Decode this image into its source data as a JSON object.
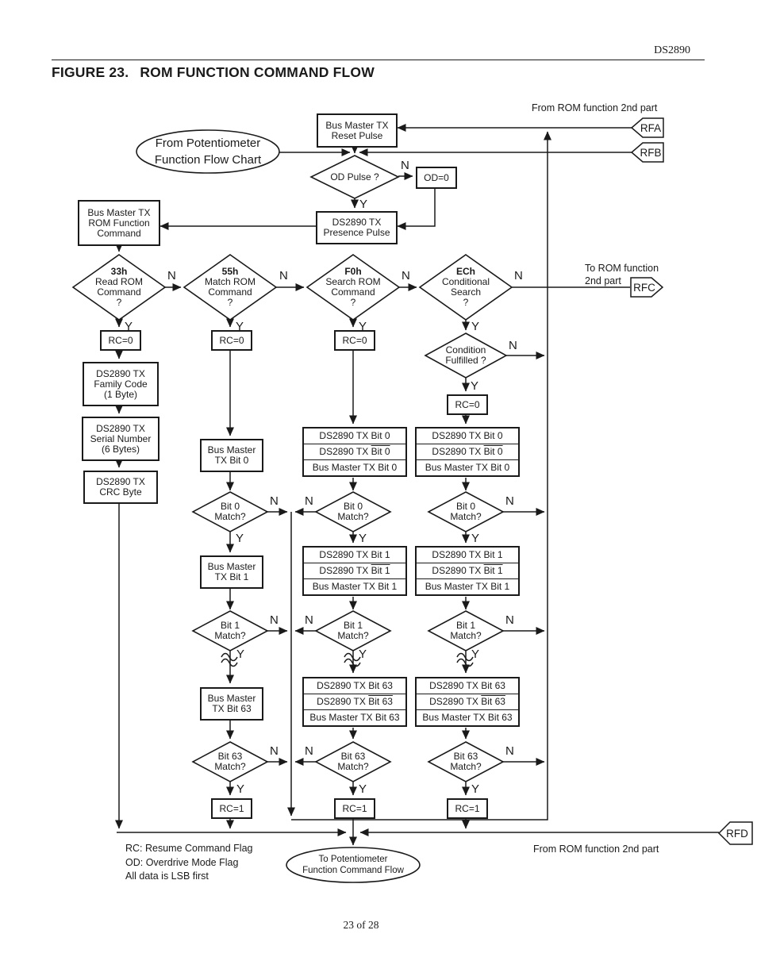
{
  "header": {
    "doc_id": "DS2890",
    "figure_label": "FIGURE 23.",
    "figure_title": "ROM FUNCTION COMMAND FLOW"
  },
  "footer": {
    "page": "23 of 28"
  },
  "labels": {
    "yes": "Y",
    "no": "N"
  },
  "connectors": {
    "rfa": "RFA",
    "rfb": "RFB",
    "rfc": "RFC",
    "rfd": "RFD"
  },
  "annotations": {
    "from_rom_top": "From ROM function 2nd part",
    "to_rom_line1": "To ROM function",
    "to_rom_line2": "2nd part",
    "from_rom_bottom": "From ROM function 2nd part",
    "legend": "RC: Resume Command Flag\nOD: Overdrive Mode Flag\nAll data is LSB first"
  },
  "terminals": {
    "start": "From Potentiometer\nFunction Flow Chart",
    "end": "To Potentiometer\nFunction Command Flow"
  },
  "nodes": {
    "reset_pulse": "Bus Master TX\nReset Pulse",
    "od_pulse": "OD Pulse ?",
    "od_clear": "OD=0",
    "presence": "DS2890 TX\nPresence Pulse",
    "rom_cmd": "Bus Master TX\nROM Function\nCommand",
    "read_rom": {
      "code": "33h",
      "question": "Read ROM\nCommand\n?"
    },
    "match_rom": {
      "code": "55h",
      "question": "Match ROM\nCommand\n?"
    },
    "search_rom": {
      "code": "F0h",
      "question": "Search ROM\nCommand\n?"
    },
    "cond_search": {
      "code": "ECh",
      "question": "Conditional\nSearch\n?"
    },
    "cond_fulfilled": "Condition\nFulfilled ?",
    "rc0": "RC=0",
    "rc1": "RC=1",
    "family_code": "DS2890 TX\nFamily Code\n(1 Byte)",
    "serial_number": "DS2890 TX\nSerial Number\n(6 Bytes)",
    "crc_byte": "DS2890 TX\nCRC Byte",
    "bm_bit0": "Bus Master\nTX Bit 0",
    "bm_bit1": "Bus Master\nTX Bit 1",
    "bm_bit63": "Bus Master\nTX Bit 63",
    "tx_bit0": {
      "row1": "DS2890 TX Bit 0",
      "row2_pre": "DS2890 TX ",
      "row2_over": "Bit 0",
      "row3": "Bus Master TX Bit 0"
    },
    "tx_bit1": {
      "row1": "DS2890 TX Bit 1",
      "row2_pre": "DS2890 TX ",
      "row2_over": "Bit 1",
      "row3": "Bus Master TX Bit 1"
    },
    "tx_bit63": {
      "row1": "DS2890 TX Bit 63",
      "row2_pre": "DS2890 TX ",
      "row2_over": "Bit 63",
      "row3": "Bus Master TX Bit 63"
    },
    "match_bit0": "Bit 0\nMatch?",
    "match_bit1": "Bit 1\nMatch?",
    "match_bit63": "Bit 63\nMatch?"
  },
  "colors": {
    "ink": "#1a1a1a",
    "paper": "#ffffff"
  }
}
